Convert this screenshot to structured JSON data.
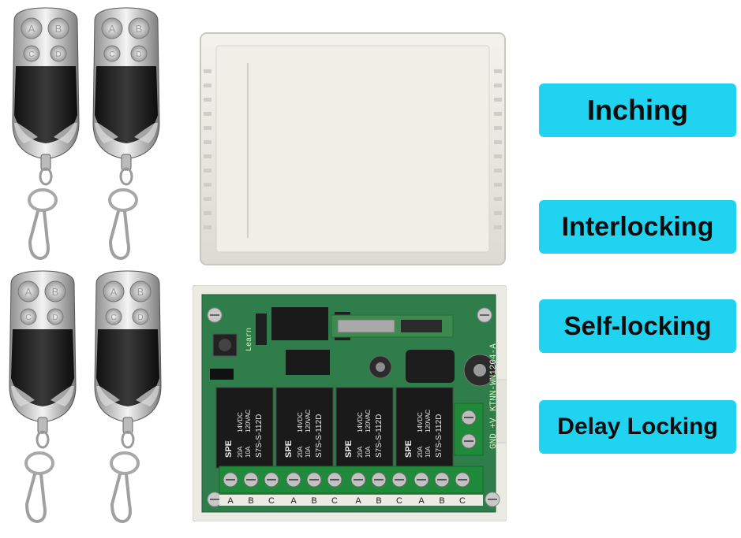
{
  "modes": [
    {
      "label": "Inching"
    },
    {
      "label": "Interlocking"
    },
    {
      "label": "Self-locking"
    },
    {
      "label": "Delay Locking"
    }
  ],
  "remote_buttons": [
    "A",
    "B",
    "C",
    "D"
  ],
  "relay": {
    "brand": "SPE",
    "model": "S7S-S-112D",
    "rating_a": "20A",
    "rating_b": "10A",
    "rating_c": "14VDC",
    "rating_d": "120VAC"
  },
  "board": {
    "model_text": "KTNN-WN1204-A",
    "power_label": "GND +V",
    "learn_label": "Learn",
    "terminal_letters": [
      "A",
      "B",
      "C",
      "A",
      "B",
      "C",
      "A",
      "B",
      "C",
      "A",
      "B",
      "C"
    ]
  },
  "colors": {
    "label_bg": "#1fd3f1",
    "pcb_green": "#2f7d4a",
    "case_white": "#ecebe4"
  }
}
